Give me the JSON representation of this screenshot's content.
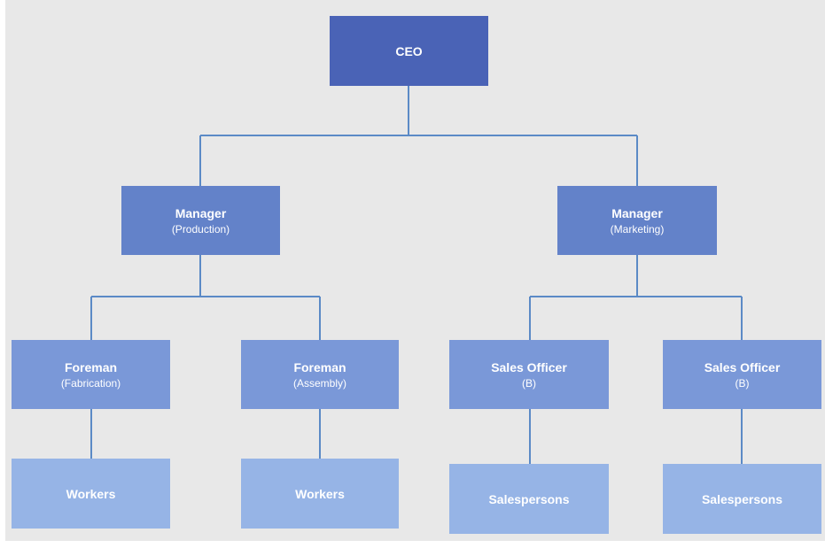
{
  "colors": {
    "background": "#e8e8e8",
    "level1": "#4a63b6",
    "level2": "#6382c9",
    "level3": "#7a98d8",
    "level4": "#96b4e6",
    "connector": "#5b8ac6"
  },
  "nodes": {
    "ceo": {
      "title": "CEO"
    },
    "manager_production": {
      "title": "Manager",
      "subtitle": "(Production)"
    },
    "manager_marketing": {
      "title": "Manager",
      "subtitle": "(Marketing)"
    },
    "foreman_fabrication": {
      "title": "Foreman",
      "subtitle": "(Fabrication)"
    },
    "foreman_assembly": {
      "title": "Foreman",
      "subtitle": "(Assembly)"
    },
    "sales_officer_1": {
      "title": "Sales Officer",
      "subtitle": "(B)"
    },
    "sales_officer_2": {
      "title": "Sales Officer",
      "subtitle": "(B)"
    },
    "workers_1": {
      "title": "Workers"
    },
    "workers_2": {
      "title": "Workers"
    },
    "salespersons_1": {
      "title": "Salespersons"
    },
    "salespersons_2": {
      "title": "Salespersons"
    }
  }
}
